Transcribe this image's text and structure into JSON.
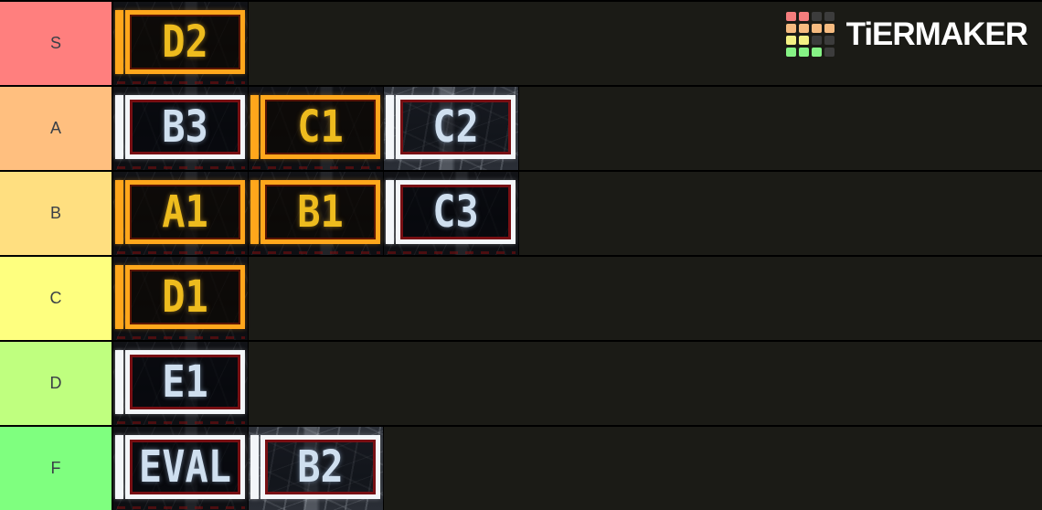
{
  "app": {
    "name": "TierMaker",
    "logo": {
      "text": "TiERMAKER",
      "grid": [
        [
          "red",
          "red",
          "dark",
          "dark"
        ],
        [
          "orange",
          "orange",
          "orange",
          "orange"
        ],
        [
          "yellow",
          "yellow",
          "dark",
          "dark"
        ],
        [
          "green",
          "green",
          "green",
          "dark"
        ]
      ]
    }
  },
  "palette": {
    "background": "#1b1b16",
    "separator": "#000000",
    "accent_orange": "#ffa71c",
    "accent_white": "#f3f6f9",
    "inner_red": "#7d1014",
    "text_yellow": "#eebc1e",
    "text_bluewhite": "#cfdfef",
    "label_text": "#3a4047"
  },
  "rows": [
    {
      "label": "S",
      "color": "#ff7f7e",
      "items": [
        {
          "label": "D2",
          "theme": "orange",
          "image_style": "dark"
        }
      ]
    },
    {
      "label": "A",
      "color": "#ffbf7f",
      "items": [
        {
          "label": "B3",
          "theme": "white",
          "image_style": "dark"
        },
        {
          "label": "C1",
          "theme": "orange",
          "image_style": "dark"
        },
        {
          "label": "C2",
          "theme": "white",
          "image_style": "light"
        }
      ]
    },
    {
      "label": "B",
      "color": "#ffdf80",
      "items": [
        {
          "label": "A1",
          "theme": "orange",
          "image_style": "dark"
        },
        {
          "label": "B1",
          "theme": "orange",
          "image_style": "dark"
        },
        {
          "label": "C3",
          "theme": "white",
          "image_style": "dark"
        }
      ]
    },
    {
      "label": "C",
      "color": "#feff7f",
      "items": [
        {
          "label": "D1",
          "theme": "orange",
          "image_style": "dark"
        }
      ]
    },
    {
      "label": "D",
      "color": "#bfff7f",
      "items": [
        {
          "label": "E1",
          "theme": "white",
          "image_style": "dark"
        }
      ]
    },
    {
      "label": "F",
      "color": "#7fff7f",
      "items": [
        {
          "label": "EVAL",
          "theme": "white",
          "image_style": "dark"
        },
        {
          "label": "B2",
          "theme": "white",
          "image_style": "light"
        }
      ]
    }
  ]
}
